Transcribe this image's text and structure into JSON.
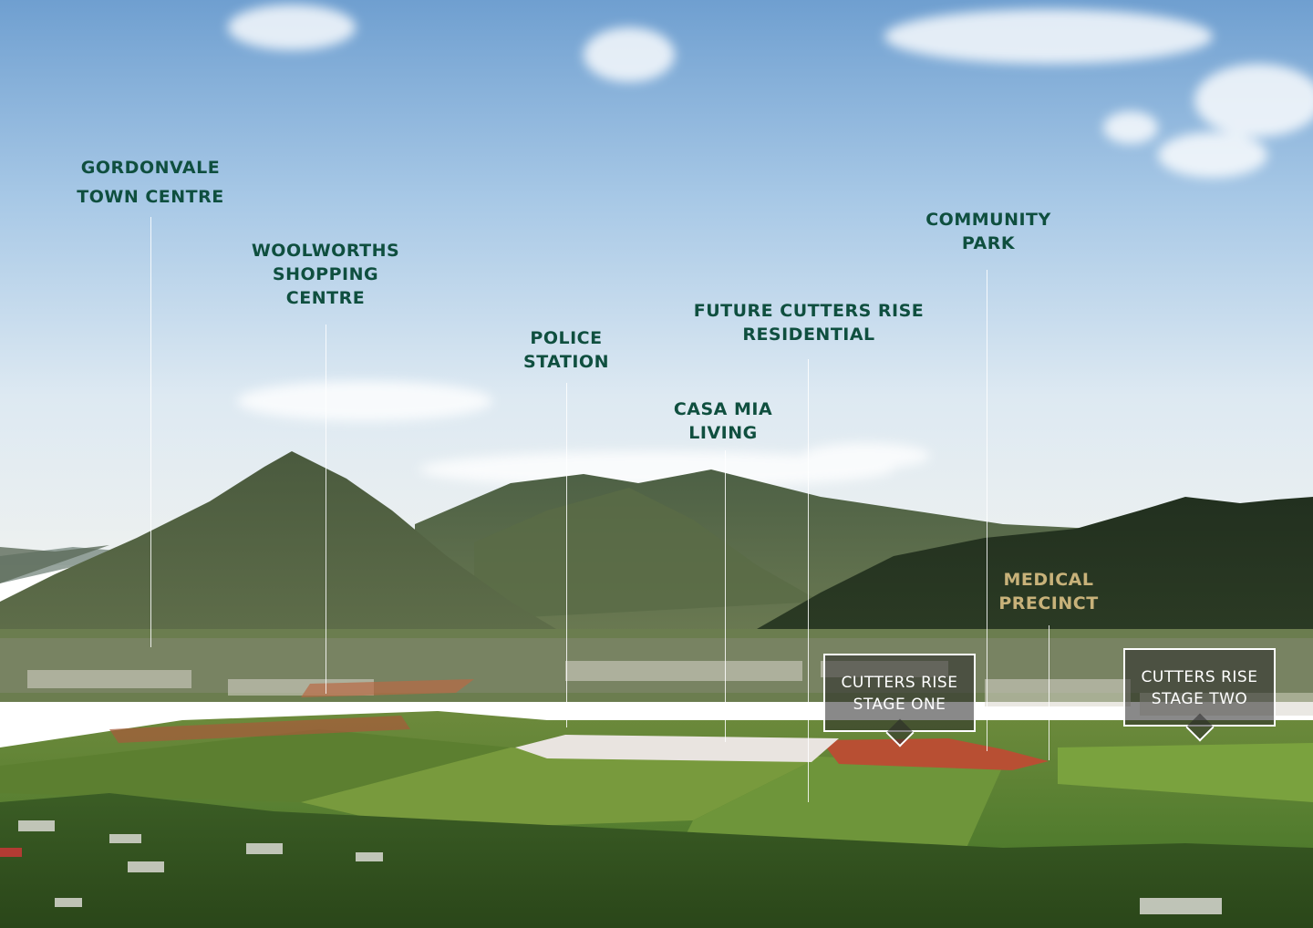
{
  "colors": {
    "label_green": "#0f4f3f",
    "label_gold": "#c8b27a",
    "callout_text": "#ffffff"
  },
  "labels": {
    "gordonvale": {
      "line1": "GORDONVALE",
      "line2": "TOWN CENTRE"
    },
    "woolworths": {
      "line1": "WOOLWORTHS",
      "line2": "SHOPPING",
      "line3": "CENTRE"
    },
    "police": {
      "line1": "POLICE",
      "line2": "STATION"
    },
    "casa_mia": {
      "line1": "CASA MIA",
      "line2": "LIVING"
    },
    "future_residential": {
      "line1": "FUTURE CUTTERS RISE",
      "line2": "RESIDENTIAL"
    },
    "community_park": {
      "line1": "COMMUNITY",
      "line2": "PARK"
    },
    "medical": {
      "line1": "MEDICAL",
      "line2": "PRECINCT"
    }
  },
  "callouts": {
    "stage_one": {
      "line1": "CUTTERS RISE",
      "line2": "STAGE ONE"
    },
    "stage_two": {
      "line1": "CUTTERS RISE",
      "line2": "STAGE TWO"
    }
  }
}
